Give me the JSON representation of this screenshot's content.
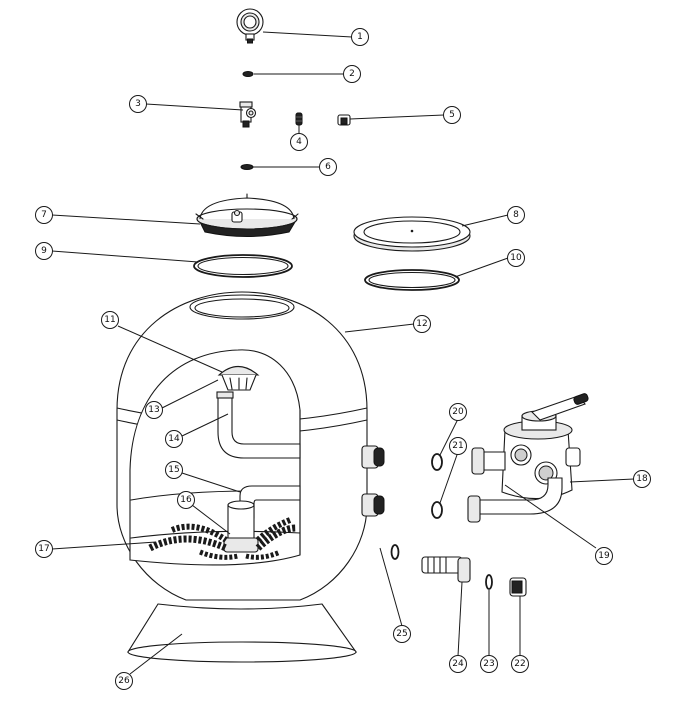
{
  "callouts": [
    {
      "num": "1"
    },
    {
      "num": "2"
    },
    {
      "num": "3"
    },
    {
      "num": "4"
    },
    {
      "num": "5"
    },
    {
      "num": "6"
    },
    {
      "num": "7"
    },
    {
      "num": "8"
    },
    {
      "num": "9"
    },
    {
      "num": "10"
    },
    {
      "num": "11"
    },
    {
      "num": "12"
    },
    {
      "num": "13"
    },
    {
      "num": "14"
    },
    {
      "num": "15"
    },
    {
      "num": "16"
    },
    {
      "num": "17"
    },
    {
      "num": "18"
    },
    {
      "num": "19"
    },
    {
      "num": "20"
    },
    {
      "num": "21"
    },
    {
      "num": "22"
    },
    {
      "num": "23"
    },
    {
      "num": "24"
    },
    {
      "num": "25"
    },
    {
      "num": "26"
    }
  ]
}
